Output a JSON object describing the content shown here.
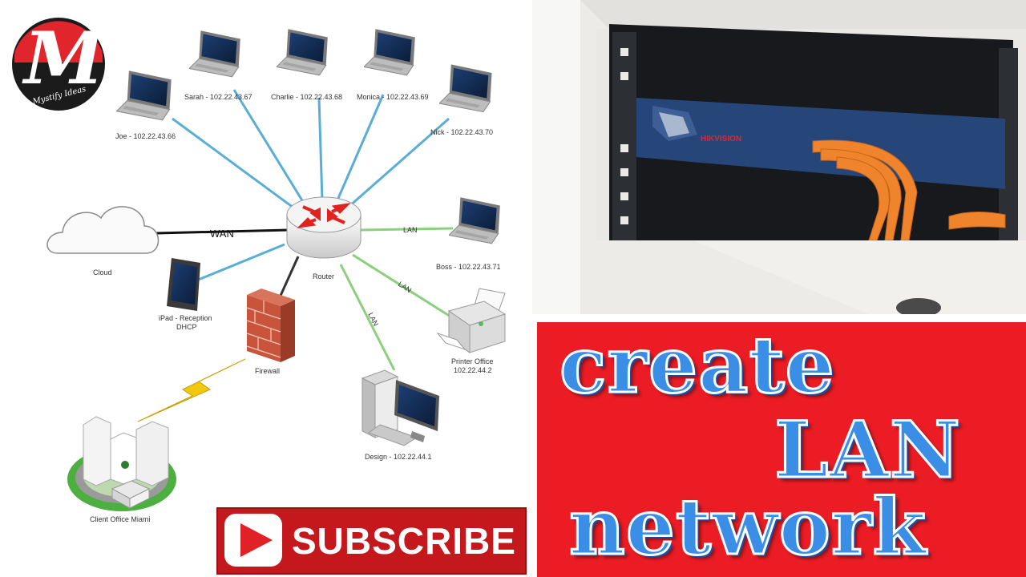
{
  "brand": {
    "logo_letter": "M",
    "logo_text": "Mystify Ideas"
  },
  "diagram": {
    "hub": "Router",
    "wan_label": "WAN",
    "lan_label": "LAN",
    "nodes": {
      "joe": "Joe - 102.22.43.66",
      "sarah": "Sarah - 102.22.43.67",
      "charlie": "Charlie - 102.22.43.68",
      "monica": "Monica - 102.22.43.69",
      "nick": "Nick - 102.22.43.70",
      "boss": "Boss - 102.22.43.71",
      "cloud": "Cloud",
      "ipad_line1": "iPad - Reception",
      "ipad_line2": "DHCP",
      "firewall": "Firewall",
      "printer_line1": "Printer Office",
      "printer_line2": "102.22.44.2",
      "design": "Design - 102.22.44.1",
      "client": "Client Office Miami"
    }
  },
  "rack": {
    "brand": "HIKVISION"
  },
  "title": {
    "line1": "create",
    "line2": "LAN",
    "line3": "network"
  },
  "subscribe": {
    "label": "SUBSCRIBE"
  },
  "colors": {
    "link_blue": "#5aaed6",
    "link_green": "#8ccf7e",
    "panel_red": "#ec1c24",
    "title_blue": "#3b8ee6",
    "subscribe_red": "#c5181d"
  }
}
